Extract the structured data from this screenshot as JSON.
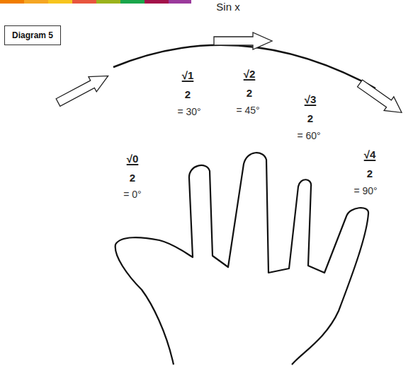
{
  "diagram": {
    "nodes": [
      {
        "text": [
          "Diagram 5"
        ]
      }
    ],
    "labels": [
      "Sin x",
      "√0",
      "2",
      "= 0°",
      "√1",
      "2",
      "= 30°",
      "√2",
      "2",
      "= 45°",
      "√3",
      "2",
      "= 60°",
      "√4",
      "2",
      "= 90°"
    ]
  }
}
